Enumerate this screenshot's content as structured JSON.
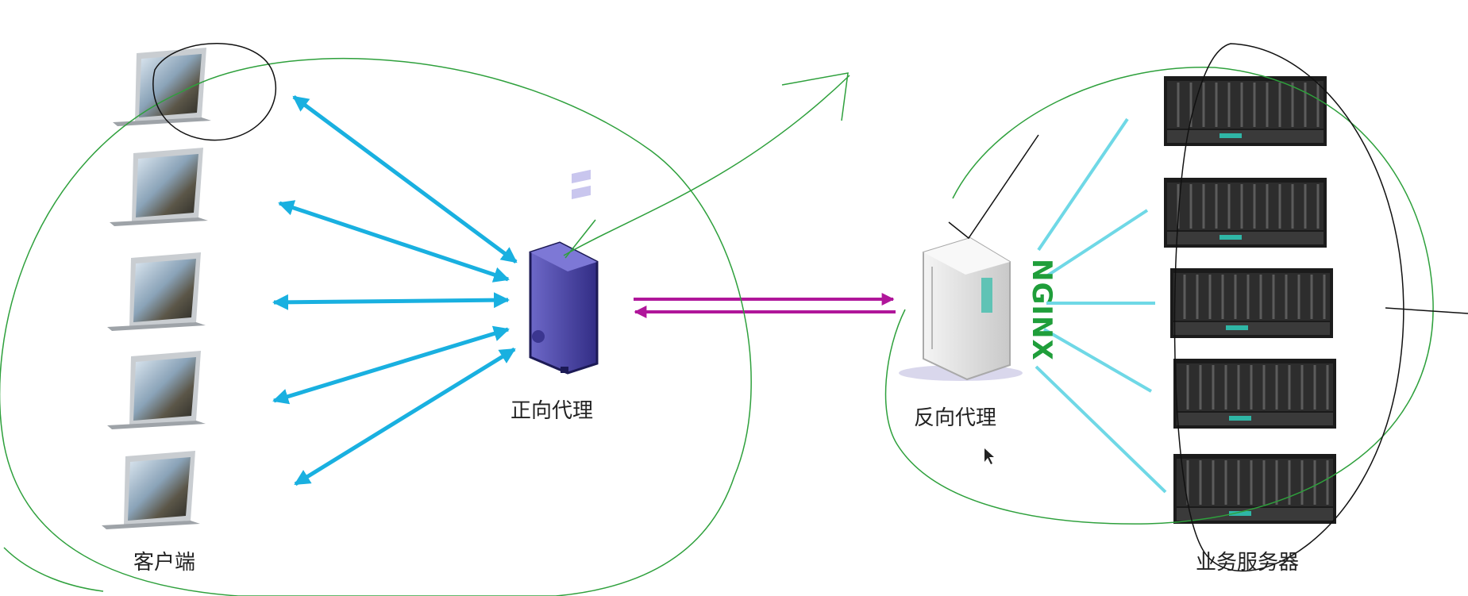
{
  "labels": {
    "clients": "客户端",
    "forward_proxy": "正向代理",
    "reverse_proxy": "反向代理",
    "business_servers": "业务服务器",
    "nginx_logo": "NGINX"
  },
  "colors": {
    "client_arrows": "#19b0e0",
    "proxy_link": "#b0169a",
    "server_links": "#6fd8e6",
    "annotation_green": "#2ea03c",
    "annotation_black": "#111111",
    "nginx_green": "#1f9e3a",
    "forward_server_body": "#4b45a8"
  },
  "icons": {
    "client": "laptop-icon",
    "forward_proxy": "server-tower-icon",
    "reverse_proxy": "nginx-server-icon",
    "business_server": "rack-server-icon"
  },
  "counts": {
    "clients": 5,
    "business_servers": 5
  }
}
